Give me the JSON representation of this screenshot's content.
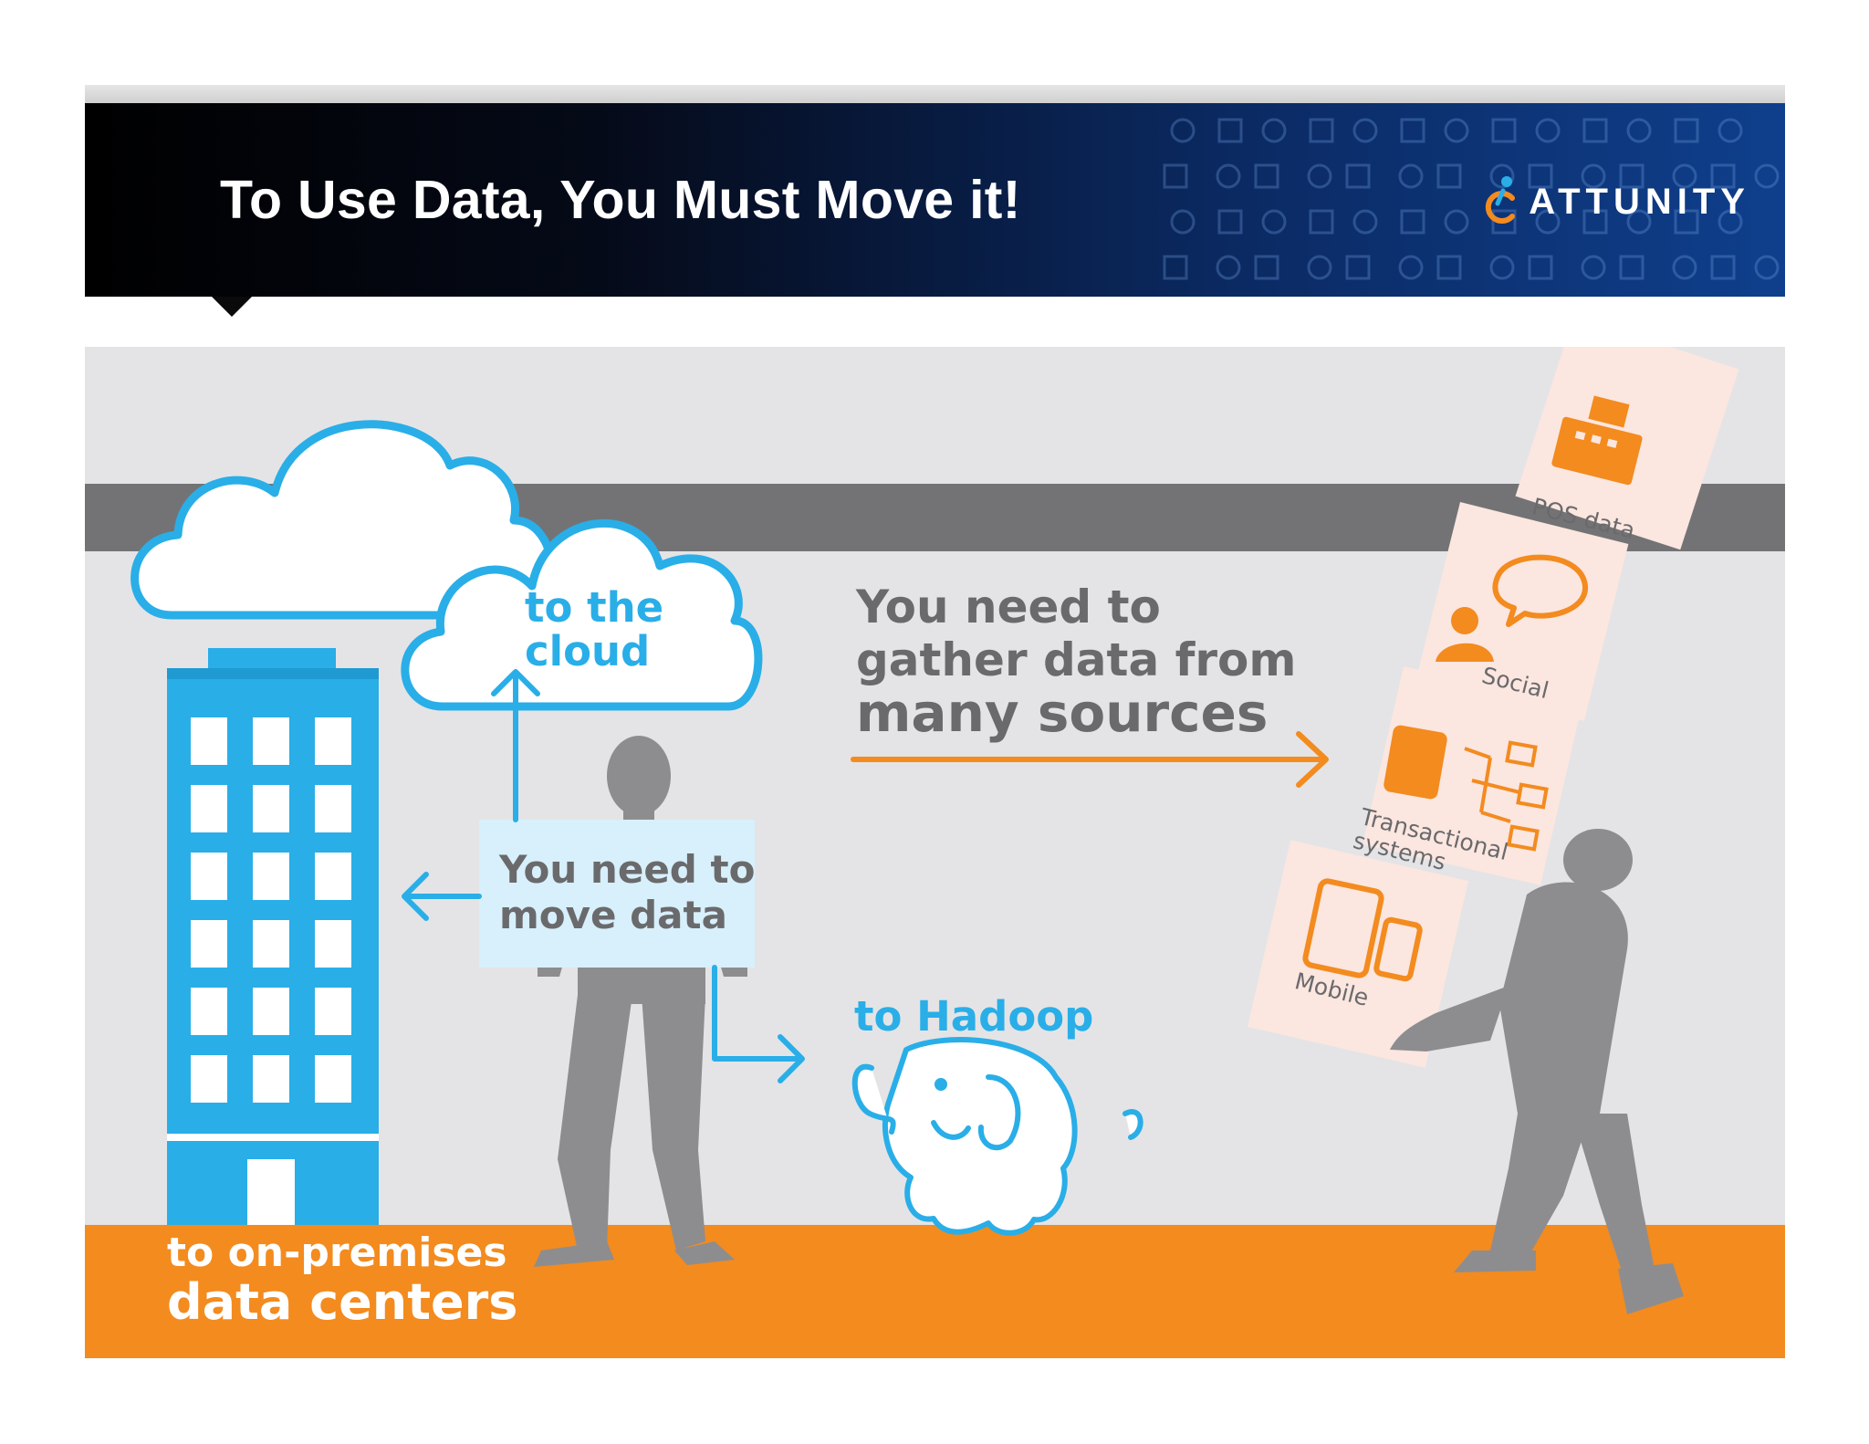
{
  "header": {
    "title": "To Use Data, You Must Move it!",
    "logo_text": "ATTUNITY"
  },
  "infographic": {
    "cloud_label": [
      "to the",
      "cloud"
    ],
    "hadoop_label": "to Hadoop",
    "onprem_label": [
      "to on-premises",
      "data centers"
    ],
    "move_label": [
      "You need to",
      "move data"
    ],
    "gather_label": [
      "You need to",
      "gather data from",
      "many sources"
    ],
    "sources": [
      {
        "label": "POS data",
        "icon": "cash-register-icon"
      },
      {
        "label": "Social",
        "icon": "chat-person-icon"
      },
      {
        "label": "Transactional",
        "label2": "systems",
        "icon": "server-network-icon"
      },
      {
        "label": "Mobile",
        "icon": "tablet-phone-icon"
      }
    ]
  },
  "colors": {
    "blue": "#29aee8",
    "orange": "#f38b1f",
    "gray_figure": "#8d8d8f",
    "gray_text": "#6a6a6c",
    "panel_bg": "#e4e4e6",
    "box_pink": "#fbe6e0"
  }
}
